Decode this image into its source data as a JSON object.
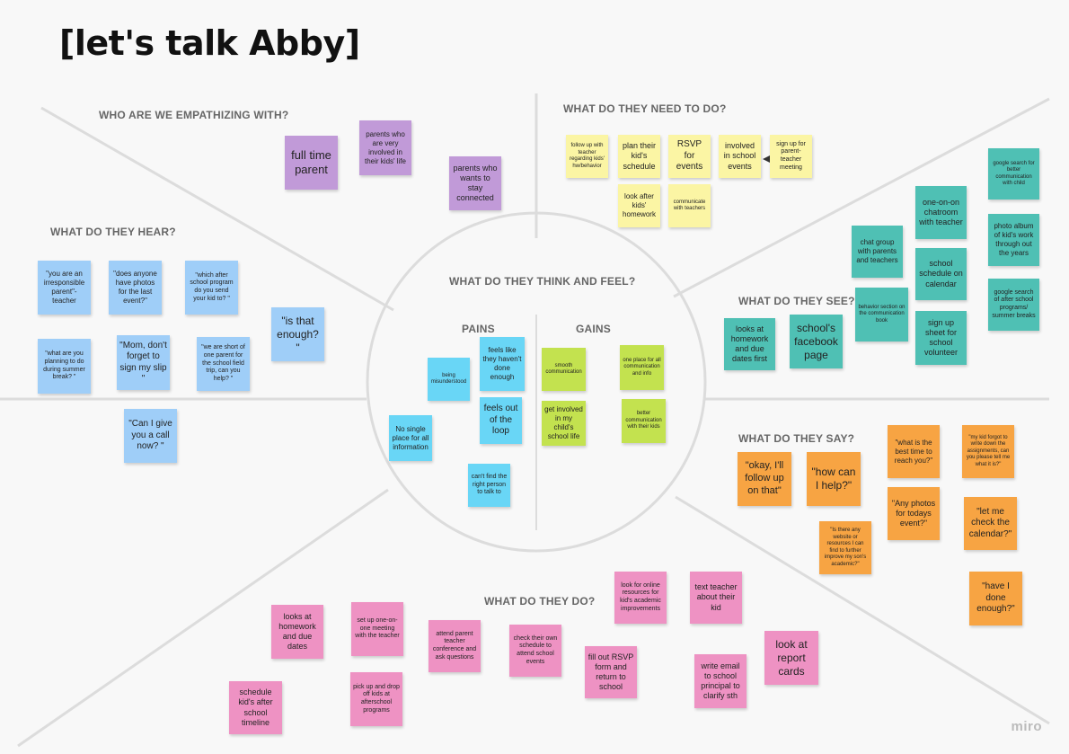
{
  "board": {
    "title": "[let's talk Abby]",
    "logo": "miro"
  },
  "sections": {
    "empathizing": "WHO ARE WE EMPATHIZING WITH?",
    "need": "WHAT DO THEY NEED TO DO?",
    "hear": "WHAT DO THEY HEAR?",
    "think_feel": "WHAT DO THEY THINK AND FEEL?",
    "pains": "PAINS",
    "gains": "GAINS",
    "see": "WHAT DO THEY SEE?",
    "say": "WHAT DO THEY SAY?",
    "do": "WHAT DO THEY DO?"
  },
  "notes": {
    "empathizing": [
      "full time parent",
      "parents who are very involved in their kids' life",
      "parents who wants to stay connected"
    ],
    "need": [
      "follow up with teacher regarding kids' hw/behavior",
      "plan their kid's schedule",
      "RSVP for events",
      "involved in school events",
      "sign up for parent-teacher meeting",
      "look after kids' homework",
      "communicate with teachers"
    ],
    "hear": [
      "\"you are an irresponsible parent\"- teacher",
      "\"does anyone have photos for the last event?\"",
      "\"which after school program do you send your kid to? \"",
      "\"is that enough? \"",
      "\"what are you planning to do during summer break? \"",
      "\"Mom, don't forget to sign my slip \"",
      "\"we are short of one parent for the school field trip, can you help? \"",
      "\"Can I give you a call now? \""
    ],
    "pains": [
      "being misunderstood",
      "feels like they haven't done enough",
      "feels out of the loop",
      "No single place for all information",
      "can't find the right person to talk to"
    ],
    "gains": [
      "smooth communication",
      "one place for all communication and info",
      "get involved in my child's school life",
      "better communication with their kids"
    ],
    "see": [
      "google search for better communication with child",
      "one-on-on chatroom with teacher",
      "photo album of kid's work through out the years",
      "chat group with parents and teachers",
      "school schedule on calendar",
      "google search of after school programs/ summer breaks",
      "behavior section on the communication book",
      "looks at homework and due dates first",
      "school's facebook page",
      "sign up sheet for school volunteer"
    ],
    "say": [
      "\"what is the best time to reach you?\"",
      "\"my kid forgot to write down the assignments, can you please tell me what it is?\"",
      "\"okay, I'll follow up on that\"",
      "\"how can I help?\"",
      "\"Any photos for todays event?\"",
      "\"let me check the calendar?\"",
      "\"Is there any website or resources I can find to further improve my son's academic?\"",
      "\"have I done enough?\""
    ],
    "do": [
      "look for online resources for kid's academic improvements",
      "text teacher about their kid",
      "looks at homework and due dates",
      "set up one-on-one meeting with the teacher",
      "attend parent teacher conference and ask questions",
      "check their own schedule to attend school events",
      "fill out RSVP form and return to school",
      "look at report cards",
      "write email to school principal to clarify sth",
      "pick up and drop off kids at afterschool programs",
      "schedule kid's after school timeline"
    ]
  },
  "colors": {
    "hear": "#9fcef8",
    "pains": "#69d6f6",
    "empathizing": "#c19ad8",
    "need": "#fbf5a4",
    "gains": "#c3e24f",
    "see": "#4fc0b4",
    "say": "#f7a443",
    "do": "#ee92c3",
    "lines": "#d9d9d9"
  }
}
